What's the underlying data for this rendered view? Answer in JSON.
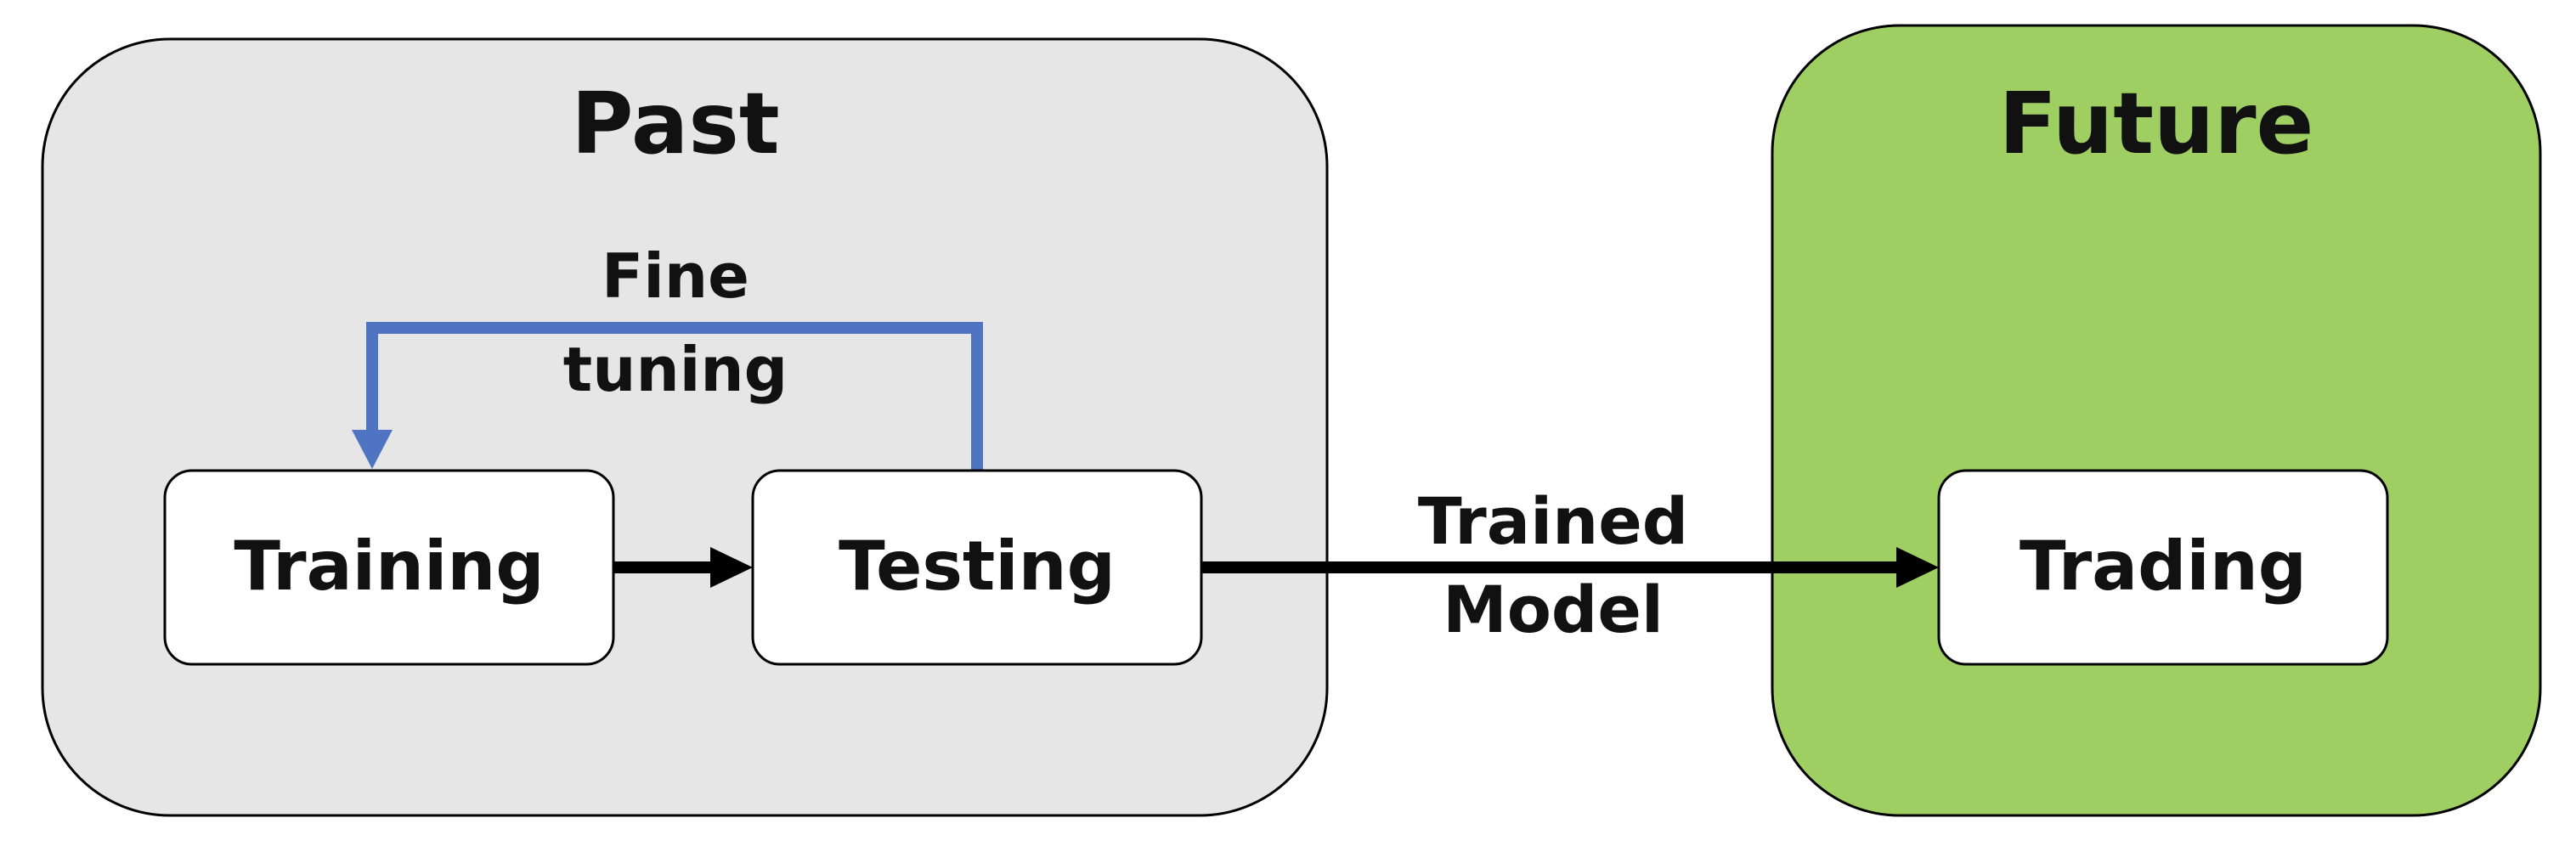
{
  "regions": {
    "past": {
      "title": "Past"
    },
    "future": {
      "title": "Future"
    }
  },
  "boxes": {
    "training": "Training",
    "testing": "Testing",
    "trading": "Trading"
  },
  "edges": {
    "fine_tuning": {
      "line1": "Fine",
      "line2": "tuning"
    },
    "trained_model": {
      "line1": "Trained",
      "line2": "Model"
    }
  },
  "colors": {
    "past_fill": "#e6e6e6",
    "future_fill": "#9fcf63",
    "fine_tuning_arrow": "#4f74c2",
    "flow_arrow": "#000000",
    "box_fill": "#ffffff"
  }
}
